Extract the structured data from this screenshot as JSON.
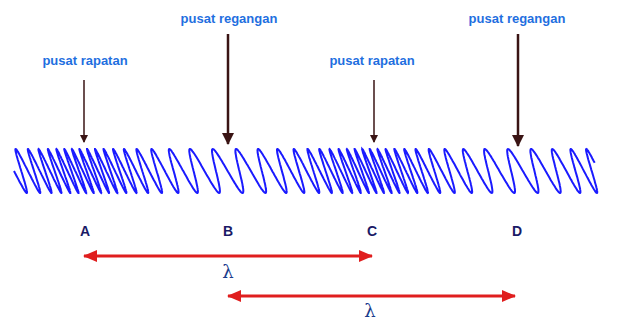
{
  "diagram": {
    "labels": [
      "pusat rapatan",
      "pusat regangan",
      "pusat rapatan",
      "pusat regangan",
      "A",
      "B",
      "C",
      "D",
      "λ",
      "λ"
    ]
  }
}
